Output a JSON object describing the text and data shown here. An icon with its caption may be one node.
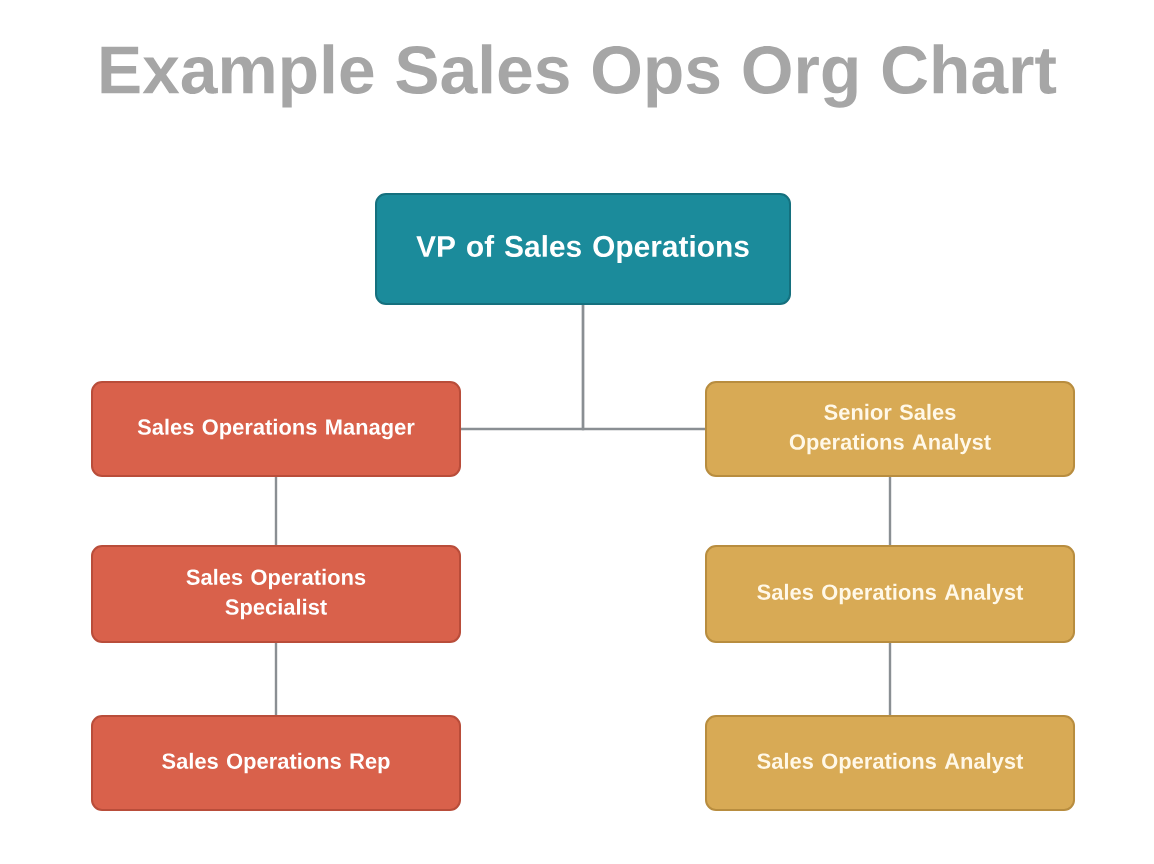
{
  "diagram": {
    "title": "Example Sales Ops Org Chart",
    "nodes": [
      {
        "text": [
          "VP of Sales Operations"
        ]
      },
      {
        "text": [
          "Sales Operations Manager"
        ]
      },
      {
        "text": [
          "Sales Operations Specialist"
        ]
      },
      {
        "text": [
          "Sales Operations Rep"
        ]
      },
      {
        "text": [
          "Senior Sales Operations Analyst"
        ]
      },
      {
        "text": [
          "Sales Operations Analyst"
        ]
      },
      {
        "text": [
          "Sales Operations Analyst"
        ]
      }
    ],
    "edges": [
      {
        "from": 0,
        "to": 1,
        "arrow": "none"
      },
      {
        "from": 0,
        "to": 4,
        "arrow": "none"
      },
      {
        "from": 1,
        "to": 2,
        "arrow": "none"
      },
      {
        "from": 2,
        "to": 3,
        "arrow": "none"
      },
      {
        "from": 4,
        "to": 5,
        "arrow": "none"
      },
      {
        "from": 5,
        "to": 6,
        "arrow": "none"
      }
    ]
  }
}
